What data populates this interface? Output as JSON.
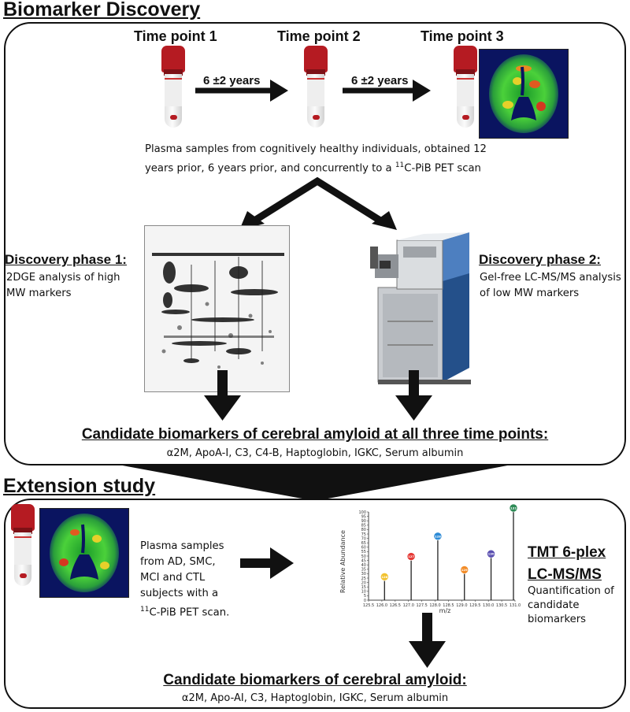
{
  "discovery": {
    "title": "Biomarker Discovery",
    "time_points": [
      "Time point 1",
      "Time point 2",
      "Time point 3"
    ],
    "interval_1": "6 ±2 years",
    "interval_2": "6 ±2 years",
    "plasma_text_a": "Plasma samples from cognitively healthy individuals, obtained 12 years prior, 6 years prior, and concurrently to a ",
    "plasma_sup": "11",
    "plasma_text_b": "C-PiB PET scan",
    "phase1_title": "Discovery phase 1:",
    "phase1_text": "2DGE analysis of high MW markers",
    "phase2_title": "Discovery phase 2:",
    "phase2_text": "Gel-free LC-MS/MS analysis of low MW markers",
    "candidates_title": "Candidate biomarkers of cerebral amyloid at all three time points:",
    "candidates_list": "α2M, ApoA-I, C3, C4-B, Haptoglobin, IGKC, Serum albumin"
  },
  "extension": {
    "title": "Extension study",
    "plasma_text_a": "Plasma samples from AD, SMC, MCI and CTL subjects with a ",
    "plasma_sup": "11",
    "plasma_text_b": "C-PiB PET scan.",
    "tmt_title_1": "TMT 6-plex",
    "tmt_title_2": "LC-MS/MS",
    "tmt_text": "Quantification of candidate biomarkers",
    "candidates_title": "Candidate biomarkers of cerebral amyloid:",
    "candidates_list": "α2M, Apo-AI, C3, Haptoglobin, IGKC, Serum albumin"
  },
  "chart_data": {
    "type": "bar",
    "xlabel": "m/z",
    "ylabel": "Relative Abundance",
    "xlim": [
      125.5,
      131.0
    ],
    "ylim": [
      0,
      100
    ],
    "x_ticks": [
      "125.5",
      "126.0",
      "126.5",
      "127.0",
      "127.5",
      "128.0",
      "128.5",
      "129.0",
      "129.5",
      "130.0",
      "130.5",
      "131.0"
    ],
    "y_ticks": [
      "0",
      "5",
      "10",
      "15",
      "20",
      "25",
      "30",
      "35",
      "40",
      "45",
      "50",
      "55",
      "60",
      "65",
      "70",
      "75",
      "80",
      "85",
      "90",
      "95",
      "100"
    ],
    "peaks": [
      {
        "label": "126",
        "x": 126.1,
        "y": 22,
        "color": "#f2c230"
      },
      {
        "label": "127",
        "x": 127.1,
        "y": 45,
        "color": "#e53935"
      },
      {
        "label": "128",
        "x": 128.1,
        "y": 68,
        "color": "#2e8bd6"
      },
      {
        "label": "129",
        "x": 129.1,
        "y": 30,
        "color": "#f28c28"
      },
      {
        "label": "130",
        "x": 130.1,
        "y": 48,
        "color": "#5a4fb0"
      },
      {
        "label": "131",
        "x": 131.1,
        "y": 100,
        "color": "#2e8b57"
      }
    ]
  }
}
